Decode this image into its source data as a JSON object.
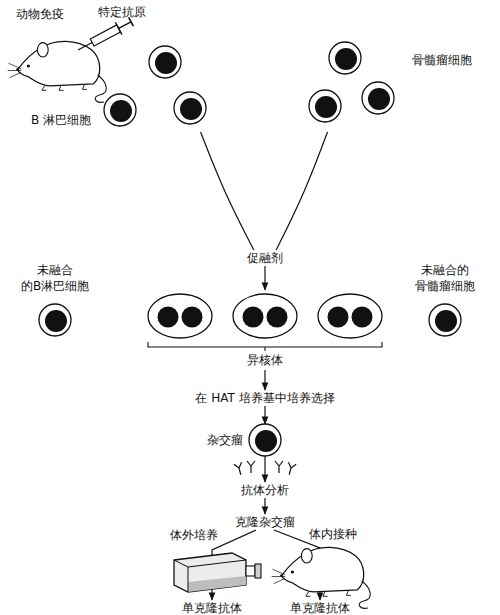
{
  "diagram": {
    "nodes": [
      {
        "text": [
          "B 淋巴细胞"
        ]
      },
      {
        "text": [
          "骨髓瘤细胞"
        ]
      },
      {
        "text": [
          "促融剂"
        ]
      },
      {
        "text": [
          "未融合 的B淋巴细胞"
        ]
      },
      {
        "text": [
          "异核体"
        ]
      },
      {
        "text": [
          "未融合的 骨髓瘤细胞"
        ]
      },
      {
        "text": [
          "在 HAT 培养基中培养选择"
        ]
      },
      {
        "text": [
          "杂交瘤"
        ]
      },
      {
        "text": [
          "抗体分析"
        ]
      },
      {
        "text": [
          "克隆杂交瘤"
        ]
      },
      {
        "text": [
          "单克隆抗体"
        ]
      },
      {
        "text": [
          "单克隆抗体"
        ]
      }
    ],
    "edges": [
      {
        "from": 0,
        "to": 2,
        "arrow": "none"
      },
      {
        "from": 1,
        "to": 2,
        "arrow": "none"
      },
      {
        "from": 2,
        "to": 4,
        "arrow": "to"
      },
      {
        "from": 4,
        "to": 6,
        "arrow": "to"
      },
      {
        "from": 6,
        "to": 7,
        "arrow": "to"
      },
      {
        "from": 7,
        "to": 8,
        "arrow": "to"
      },
      {
        "from": 8,
        "to": 9,
        "arrow": "to"
      },
      {
        "from": 9,
        "to": 10,
        "label": "体外培养",
        "arrow": "to"
      },
      {
        "from": 9,
        "to": 11,
        "label": "体内接种",
        "arrow": "to"
      }
    ],
    "labels": [
      "动物免疫",
      "特定抗原"
    ]
  }
}
